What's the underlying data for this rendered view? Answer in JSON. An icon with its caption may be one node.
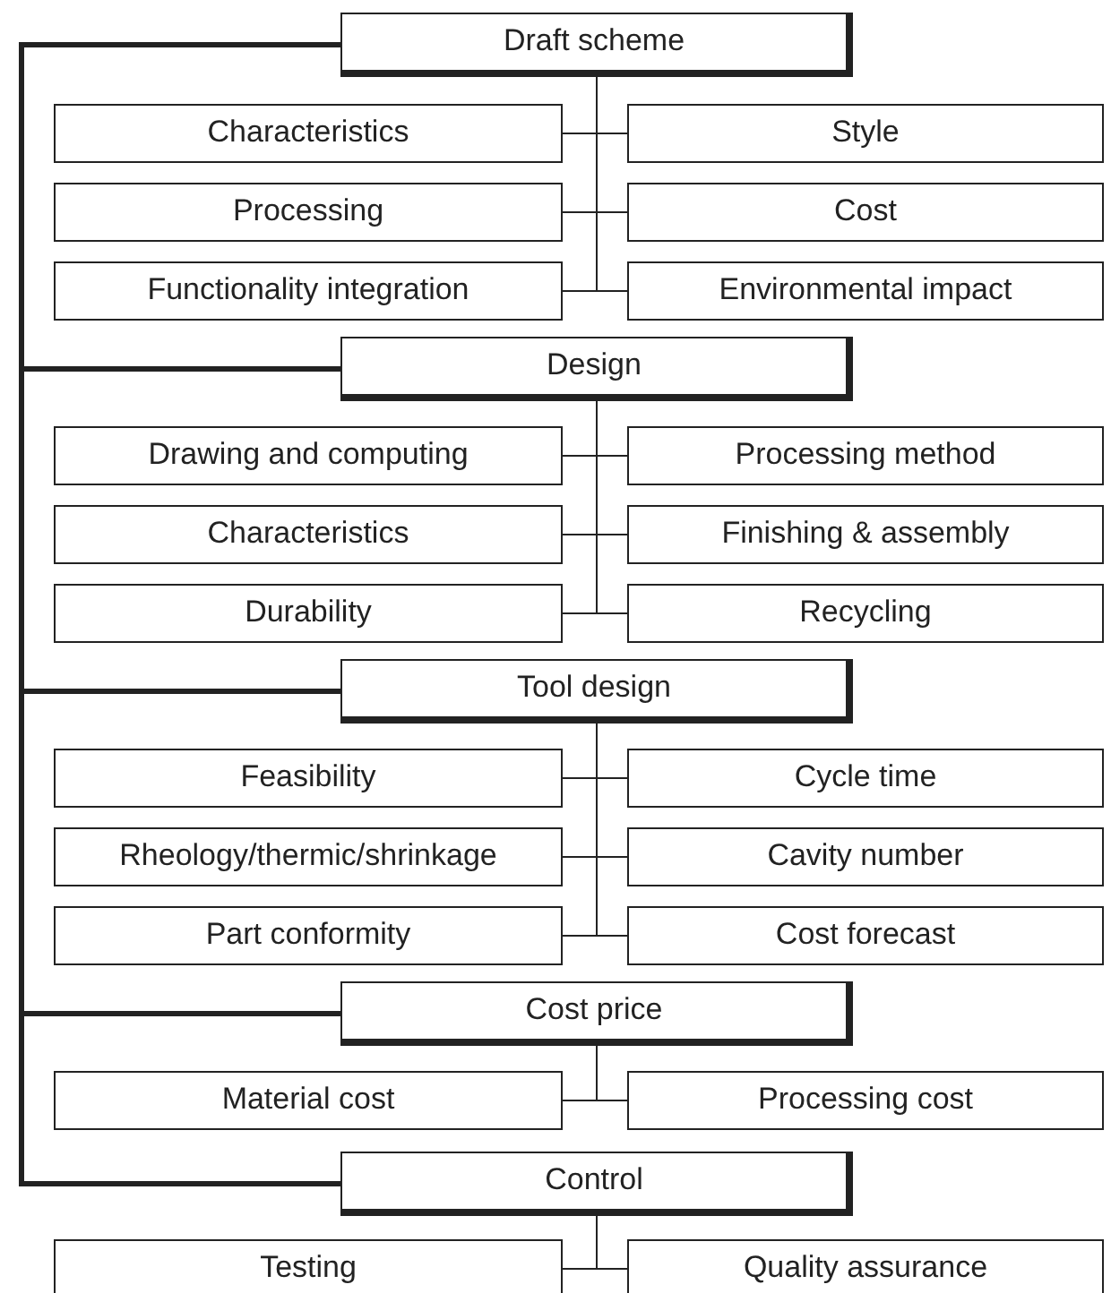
{
  "diagram": {
    "nodes": [
      {
        "text": [
          "Draft scheme"
        ]
      },
      {
        "text": [
          "Characteristics"
        ]
      },
      {
        "text": [
          "Style"
        ]
      },
      {
        "text": [
          "Processing"
        ]
      },
      {
        "text": [
          "Cost"
        ]
      },
      {
        "text": [
          "Functionality integration"
        ]
      },
      {
        "text": [
          "Environmental impact"
        ]
      },
      {
        "text": [
          "Design"
        ]
      },
      {
        "text": [
          "Drawing and computing"
        ]
      },
      {
        "text": [
          "Processing method"
        ]
      },
      {
        "text": [
          "Characteristics"
        ]
      },
      {
        "text": [
          "Finishing & assembly"
        ]
      },
      {
        "text": [
          "Durability"
        ]
      },
      {
        "text": [
          "Recycling"
        ]
      },
      {
        "text": [
          "Tool design"
        ]
      },
      {
        "text": [
          "Feasibility"
        ]
      },
      {
        "text": [
          "Cycle time"
        ]
      },
      {
        "text": [
          "Rheology/thermic/shrinkage"
        ]
      },
      {
        "text": [
          "Cavity number"
        ]
      },
      {
        "text": [
          "Part conformity"
        ]
      },
      {
        "text": [
          "Cost forecast"
        ]
      },
      {
        "text": [
          "Cost price"
        ]
      },
      {
        "text": [
          "Material cost"
        ]
      },
      {
        "text": [
          "Processing cost"
        ]
      },
      {
        "text": [
          "Control"
        ]
      },
      {
        "text": [
          "Testing"
        ]
      },
      {
        "text": [
          "Quality assurance"
        ]
      }
    ],
    "edges": [
      {
        "from": 0,
        "to": 1,
        "arrow": "none"
      },
      {
        "from": 0,
        "to": 2,
        "arrow": "none"
      },
      {
        "from": 0,
        "to": 3,
        "arrow": "none"
      },
      {
        "from": 0,
        "to": 4,
        "arrow": "none"
      },
      {
        "from": 0,
        "to": 5,
        "arrow": "none"
      },
      {
        "from": 0,
        "to": 6,
        "arrow": "none"
      },
      {
        "from": 7,
        "to": 8,
        "arrow": "none"
      },
      {
        "from": 7,
        "to": 9,
        "arrow": "none"
      },
      {
        "from": 7,
        "to": 10,
        "arrow": "none"
      },
      {
        "from": 7,
        "to": 11,
        "arrow": "none"
      },
      {
        "from": 7,
        "to": 12,
        "arrow": "none"
      },
      {
        "from": 7,
        "to": 13,
        "arrow": "none"
      },
      {
        "from": 14,
        "to": 15,
        "arrow": "none"
      },
      {
        "from": 14,
        "to": 16,
        "arrow": "none"
      },
      {
        "from": 14,
        "to": 17,
        "arrow": "none"
      },
      {
        "from": 14,
        "to": 18,
        "arrow": "none"
      },
      {
        "from": 14,
        "to": 19,
        "arrow": "none"
      },
      {
        "from": 14,
        "to": 20,
        "arrow": "none"
      },
      {
        "from": 21,
        "to": 22,
        "arrow": "none"
      },
      {
        "from": 21,
        "to": 23,
        "arrow": "none"
      },
      {
        "from": 24,
        "to": 25,
        "arrow": "none"
      },
      {
        "from": 24,
        "to": 26,
        "arrow": "none"
      },
      {
        "from": 0,
        "to": 7,
        "arrow": "none",
        "style": "thick"
      },
      {
        "from": 7,
        "to": 14,
        "arrow": "none",
        "style": "thick"
      },
      {
        "from": 14,
        "to": 21,
        "arrow": "none",
        "style": "thick"
      },
      {
        "from": 21,
        "to": 24,
        "arrow": "none",
        "style": "thick"
      }
    ]
  }
}
